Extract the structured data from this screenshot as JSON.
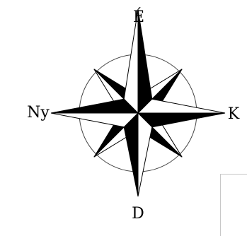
{
  "labels": {
    "north": "É",
    "east": "K",
    "south": "D",
    "west": "Ny"
  },
  "colors": {
    "ink": "#000000",
    "paper": "#ffffff",
    "ring": "#444444",
    "frame": "#c8c8c8"
  }
}
